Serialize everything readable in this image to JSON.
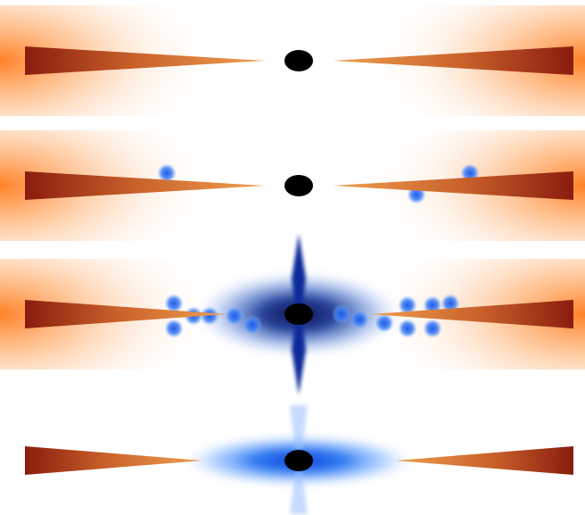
{
  "figure": {
    "panel_count": 4,
    "colors": {
      "background": "#ffffff",
      "cone_dark": "#8a1c0e",
      "cone_light": "#f0a050",
      "glow_orange": "#ff7a1a",
      "particle": "#000000",
      "blue_core": "#0a1e78",
      "blue_bright": "#1f6ff0",
      "blue_light": "#5aa0ff"
    },
    "panels": [
      {
        "stage": 1,
        "cone_glow": true,
        "blue_spots": 0,
        "blue_cloud": "none",
        "vertical_jet": "none"
      },
      {
        "stage": 2,
        "cone_glow": true,
        "blue_spots": 3,
        "blue_cloud": "none",
        "vertical_jet": "none"
      },
      {
        "stage": 3,
        "cone_glow": true,
        "blue_spots": 14,
        "blue_cloud": "dark",
        "vertical_jet": "dark"
      },
      {
        "stage": 4,
        "cone_glow": false,
        "blue_spots": 0,
        "blue_cloud": "bright",
        "vertical_jet": "faint"
      }
    ]
  }
}
